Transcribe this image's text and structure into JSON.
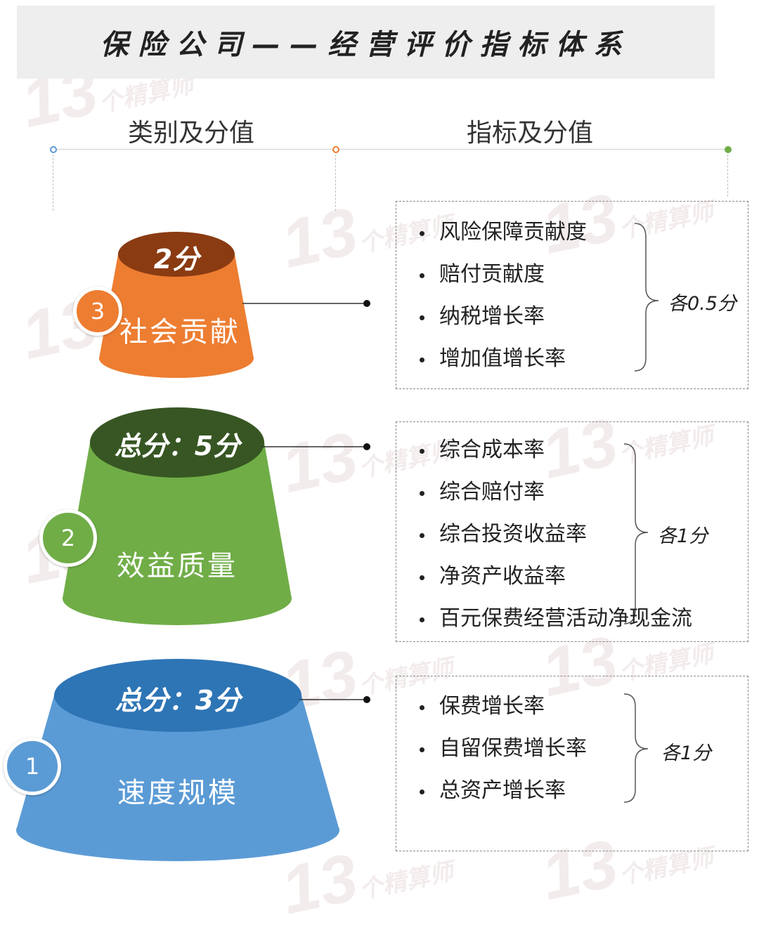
{
  "title": "保险公司——经营评价指标体系",
  "headers": {
    "category": "类别及分值",
    "indicators": "指标及分值"
  },
  "watermark": {
    "number": "13",
    "text": "个精算师"
  },
  "colors": {
    "orange": "#ED7D31",
    "orange_top": "#8A3B12",
    "green": "#70AD47",
    "green_top": "#375623",
    "blue": "#5B9BD5",
    "blue_top": "#2E75B6",
    "tick_blue": "#5B9BD5",
    "tick_orange": "#ED7D31",
    "tick_green": "#70AD47"
  },
  "groups": [
    {
      "number": "3",
      "score": "2分",
      "name": "社会贡献",
      "note": "各0.5分",
      "items": [
        "风险保障贡献度",
        "赔付贡献度",
        "纳税增长率",
        "增加值增长率"
      ]
    },
    {
      "number": "2",
      "score": "总分：5分",
      "name": "效益质量",
      "note": "各1分",
      "items": [
        "综合成本率",
        "综合赔付率",
        "综合投资收益率",
        "净资产收益率",
        "百元保费经营活动净现金流"
      ]
    },
    {
      "number": "1",
      "score": "总分：3分",
      "name": "速度规模",
      "note": "各1分",
      "items": [
        "保费增长率",
        "自留保费增长率",
        "总资产增长率"
      ]
    }
  ]
}
